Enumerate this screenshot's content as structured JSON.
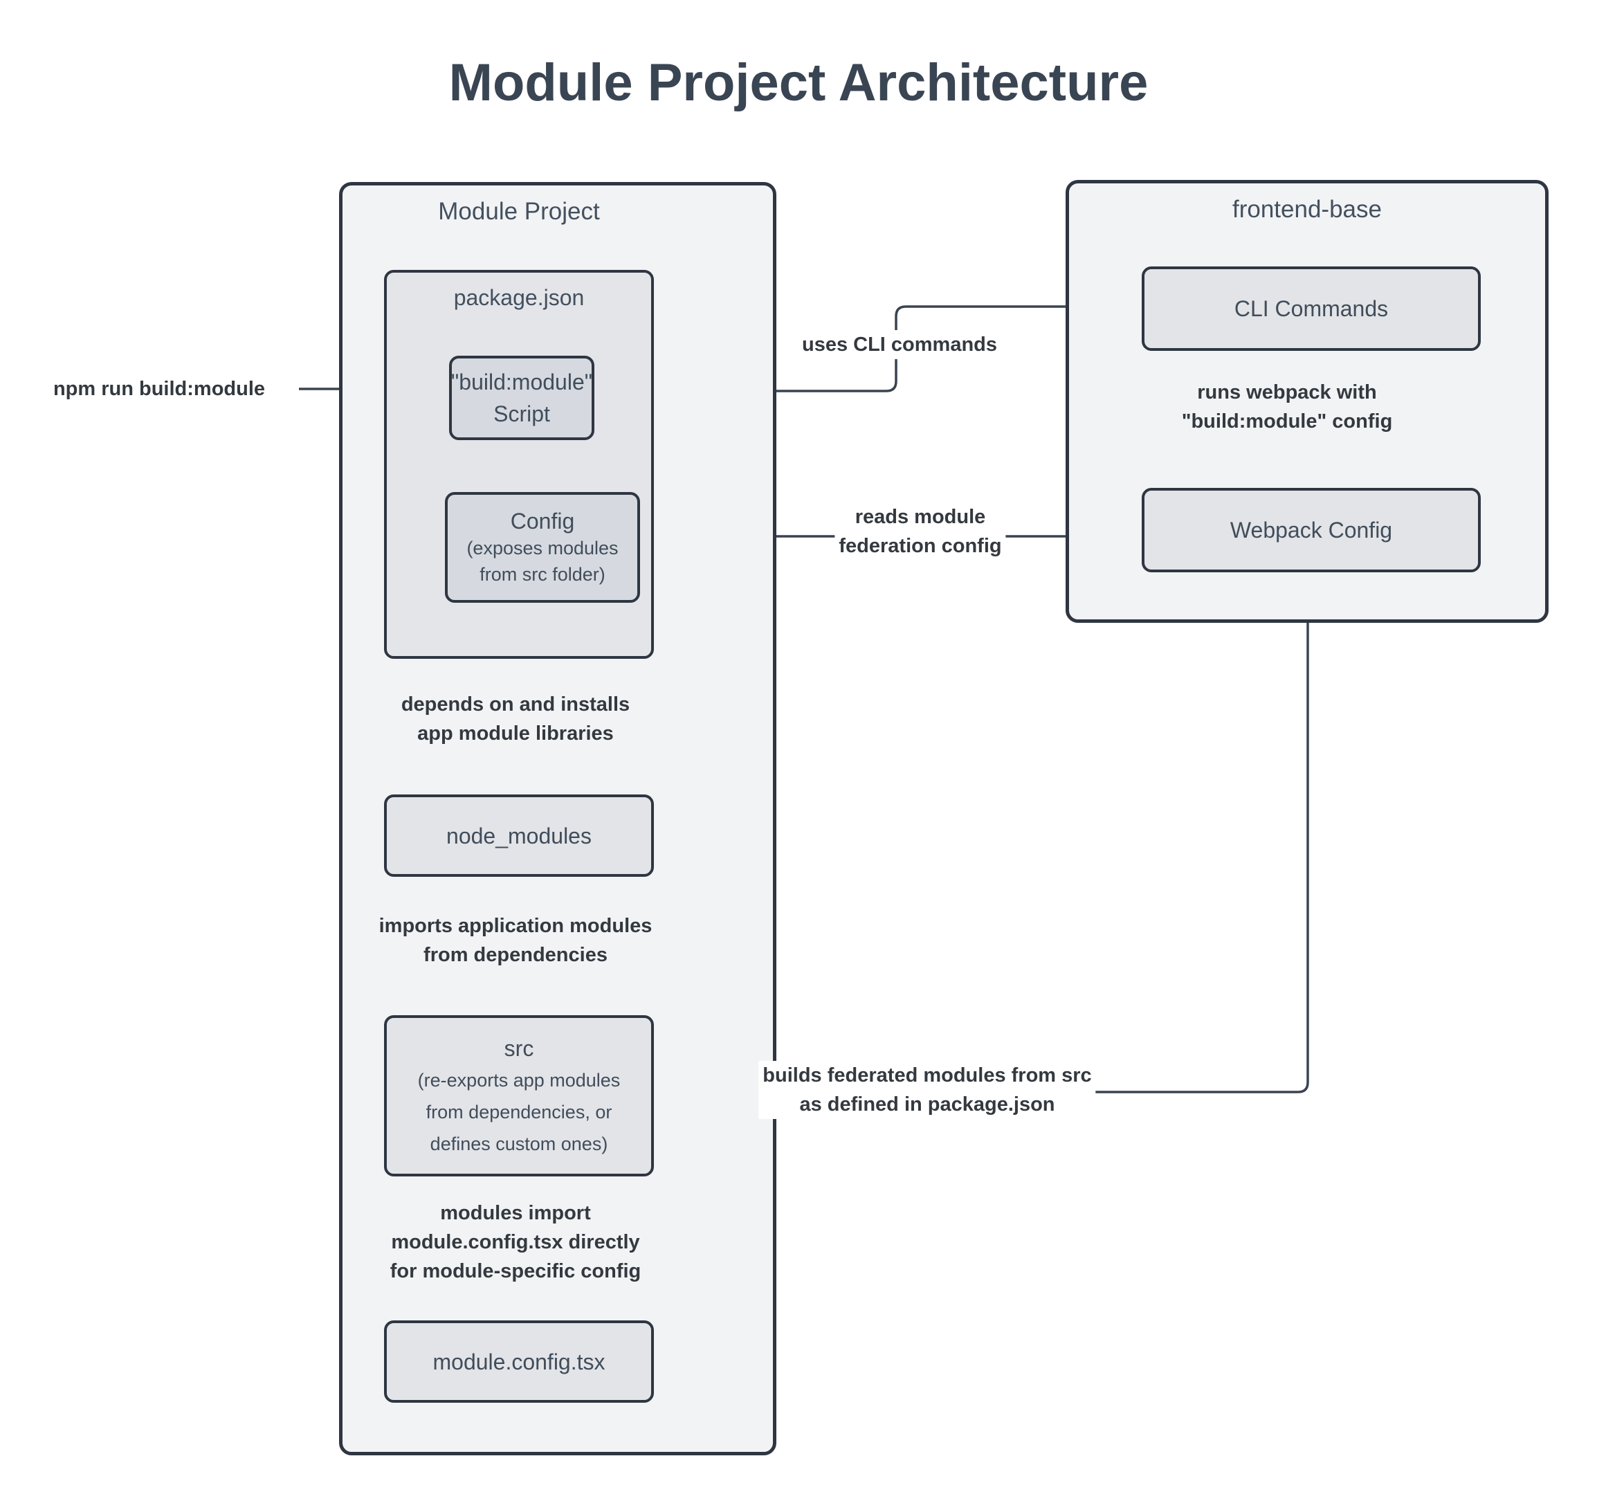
{
  "title": "Module Project Architecture",
  "containers": {
    "module_project": {
      "label": "Module Project"
    },
    "frontend_base": {
      "label": "frontend-base"
    }
  },
  "nodes": {
    "package_json": {
      "label": "package.json"
    },
    "build_script": {
      "lines": [
        "\"build:module\"",
        "Script"
      ]
    },
    "config": {
      "title": "Config",
      "sub": [
        "(exposes modules",
        "from src folder)"
      ]
    },
    "node_modules": {
      "label": "node_modules"
    },
    "src": {
      "title": "src",
      "sub": [
        "(re-exports app modules",
        "from dependencies, or",
        "defines custom ones)"
      ]
    },
    "module_config_tsx": {
      "label": "module.config.tsx"
    },
    "cli_commands": {
      "label": "CLI Commands"
    },
    "webpack_config": {
      "label": "Webpack Config"
    }
  },
  "edge_labels": {
    "npm_run": "npm run build:module",
    "uses_cli": "uses CLI commands",
    "runs_webpack": [
      "runs webpack with",
      "\"build:module\" config"
    ],
    "reads_config": [
      "reads module",
      "federation config"
    ],
    "depends_on": [
      "depends on and installs",
      "app module libraries"
    ],
    "imports_modules": [
      "imports application modules",
      "from dependencies"
    ],
    "modules_import": [
      "modules import",
      "module.config.tsx directly",
      "for module-specific config"
    ],
    "builds_federated": [
      "builds federated modules from src",
      "as defined in package.json"
    ]
  },
  "colors": {
    "background": "#ffffff",
    "container_fill": "#f2f3f5",
    "group_fill": "#e3e5e9",
    "inner_node_fill": "#d6dae0",
    "node_fill": "#e2e4e8",
    "border": "#2f3642",
    "edge": "#3a4350",
    "title_text": "#3a4553",
    "node_text": "#414d5a",
    "edge_label_text": "#33393f"
  }
}
